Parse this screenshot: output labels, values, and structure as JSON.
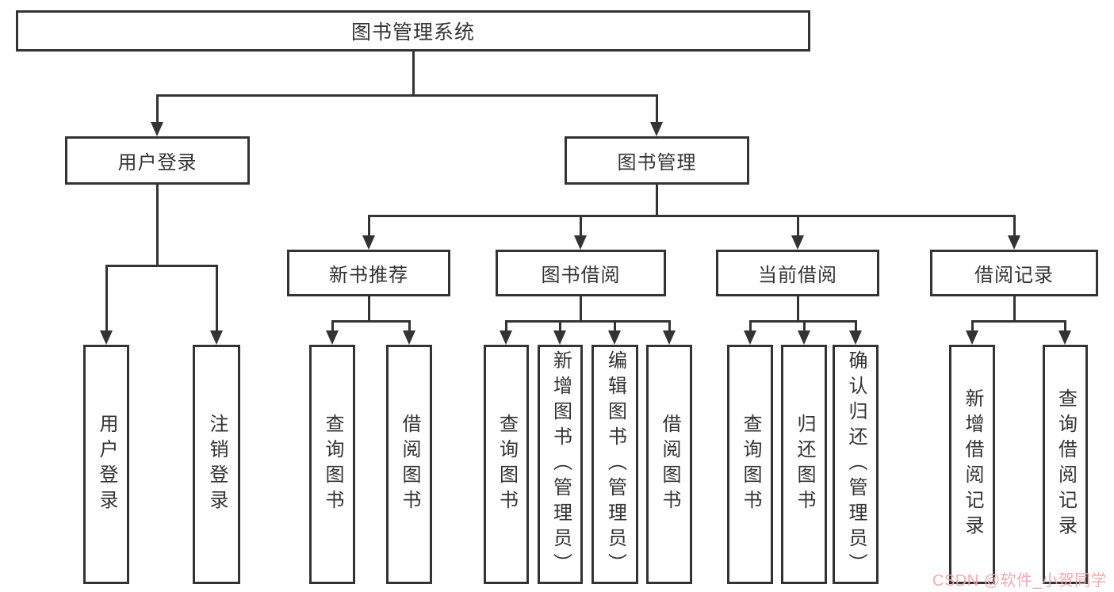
{
  "diagram": {
    "title": "图书管理系统",
    "type": "hierarchy-tree",
    "line_color": "#333333",
    "box_background": "#ffffff",
    "tree": {
      "label": "图书管理系统",
      "children": [
        {
          "label": "用户登录",
          "children": [
            {
              "label": "用户登录"
            },
            {
              "label": "注销登录"
            }
          ]
        },
        {
          "label": "图书管理",
          "children": [
            {
              "label": "新书推荐",
              "children": [
                {
                  "label": "查询图书"
                },
                {
                  "label": "借阅图书"
                }
              ]
            },
            {
              "label": "图书借阅",
              "children": [
                {
                  "label": "查询图书"
                },
                {
                  "label": "新增图书（管理员）"
                },
                {
                  "label": "编辑图书（管理员）"
                },
                {
                  "label": "借阅图书"
                }
              ]
            },
            {
              "label": "当前借阅",
              "children": [
                {
                  "label": "查询图书"
                },
                {
                  "label": "归还图书"
                },
                {
                  "label": "确认归还（管理员）"
                }
              ]
            },
            {
              "label": "借阅记录",
              "children": [
                {
                  "label": "新增借阅记录"
                },
                {
                  "label": "查询借阅记录"
                }
              ]
            }
          ]
        }
      ]
    },
    "watermark": {
      "text": "CSDN @软件_小贺同学",
      "color": "#f2a6ac"
    }
  }
}
